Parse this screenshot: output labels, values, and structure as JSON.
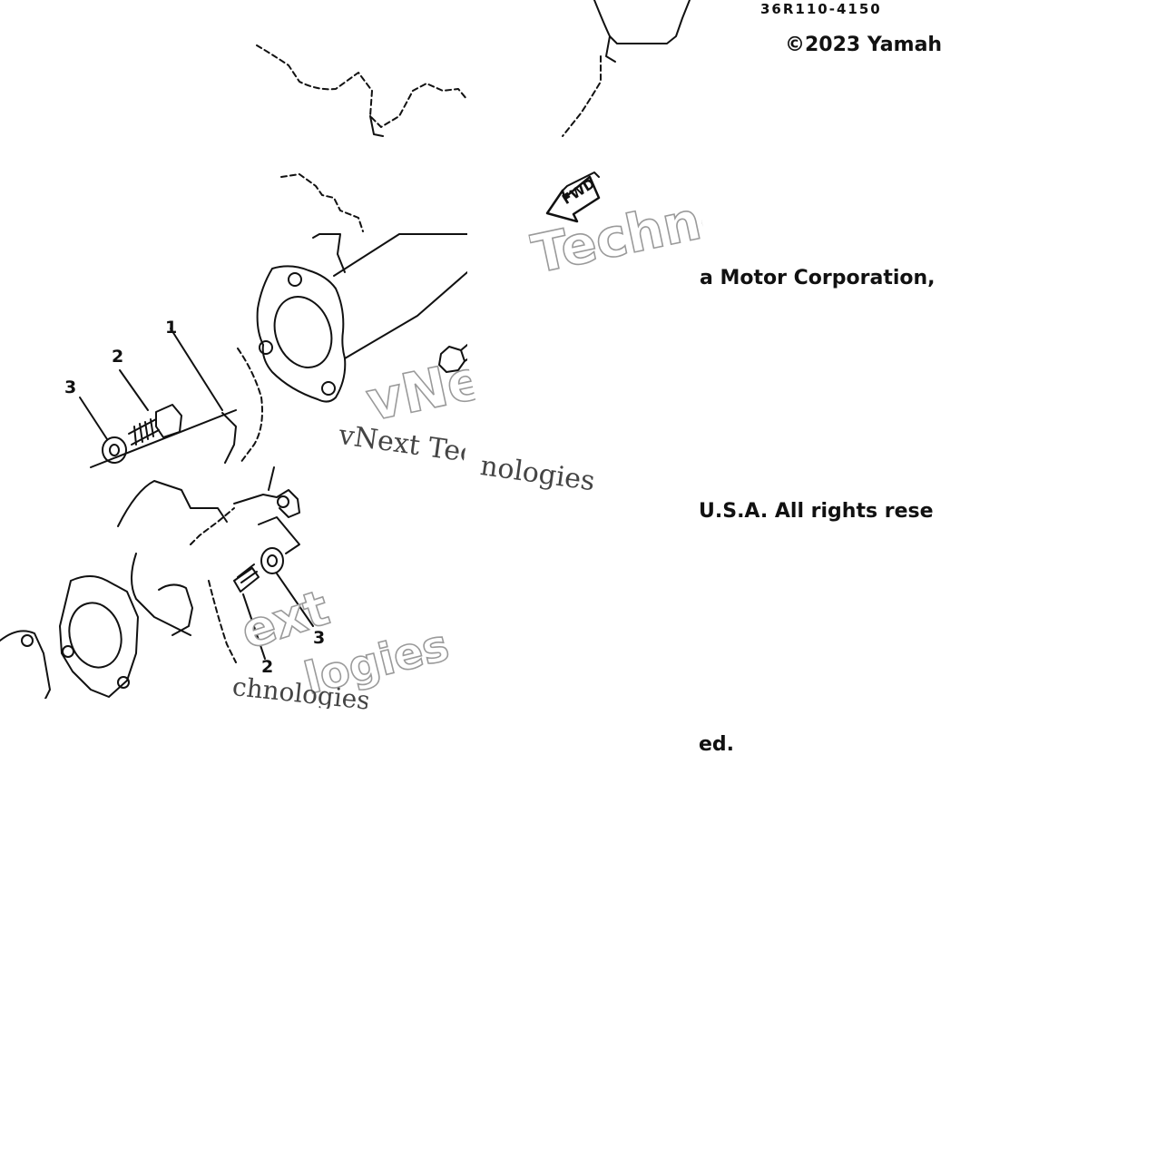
{
  "part_code": "36R110-4150",
  "copyright_segments": [
    "©2023 Yamah",
    "a Motor Corporation, U",
    "U.S.A. All rights reserv",
    "ed."
  ],
  "watermark_segments": [
    "Techno",
    "vNe",
    "vNext Tec",
    "nologies",
    "ext",
    "logies",
    "chnologies"
  ],
  "callouts": [
    "1",
    "2",
    "3",
    "2",
    "3"
  ],
  "fwd_label": "FWD"
}
